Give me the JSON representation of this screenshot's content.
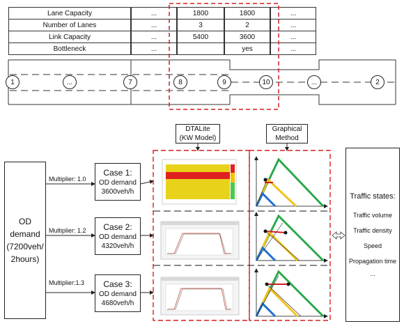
{
  "table": {
    "rows": [
      {
        "label": "Lane Capacity",
        "c1": "...",
        "c2": "1800",
        "c3": "1800",
        "c4": "..."
      },
      {
        "label": "Number of Lanes",
        "c1": "...",
        "c2": "3",
        "c3": "2",
        "c4": "..."
      },
      {
        "label": "Link Capacity",
        "c1": "...",
        "c2": "5400",
        "c3": "3600",
        "c4": "..."
      },
      {
        "label": "Bottleneck",
        "c1": "...",
        "c2": "",
        "c3": "yes",
        "c4": "..."
      }
    ]
  },
  "network": {
    "nodes": [
      "1",
      "...",
      "7",
      "8",
      "9",
      "10",
      "...",
      "2"
    ]
  },
  "od_demand": {
    "text_lines": [
      "OD",
      "demand",
      "(7200veh/",
      "2hours)"
    ]
  },
  "multipliers": [
    "Multiplier: 1.0",
    "Multiplier: 1.2",
    "Multiplier:1.3"
  ],
  "cases": [
    {
      "title": "Case 1:",
      "line1": "OD demand",
      "line2": "3600veh/h"
    },
    {
      "title": "Case 2:",
      "line1": "OD demand",
      "line2": "4320veh/h"
    },
    {
      "title": "Case 3:",
      "line1": "OD demand",
      "line2": "4680veh/h"
    }
  ],
  "methods": {
    "dtalite": {
      "line1": "DTALite",
      "line2": "(KW Model)"
    },
    "graphical": {
      "line1": "Graphical",
      "line2": "Method"
    }
  },
  "traffic_states": {
    "title": "Traffic states:",
    "items": [
      "Traffic volume",
      "Traffic density",
      "Speed",
      "Propagation time",
      "..."
    ]
  },
  "colors": {
    "highlight": "#d21f1f",
    "green": "#2aa84a",
    "yellow": "#f2c21b",
    "blue": "#1f6fd0",
    "red": "#d21f1f"
  }
}
